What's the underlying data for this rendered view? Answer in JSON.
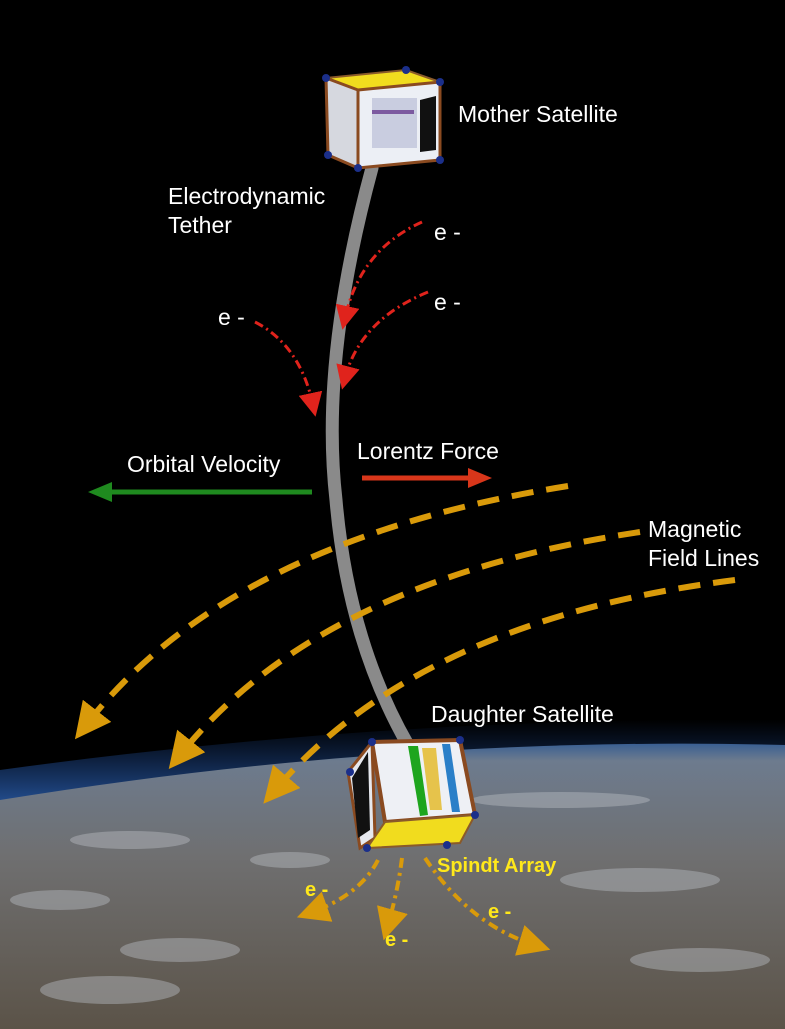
{
  "labels": {
    "mother": "Mother Satellite",
    "tether_line1": "Electrodynamic",
    "tether_line2": "Tether",
    "electron": "e -",
    "orbital_velocity": "Orbital Velocity",
    "lorentz_force": "Lorentz Force",
    "magnetic_line1": "Magnetic",
    "magnetic_line2": "Field Lines",
    "daughter": "Daughter Satellite",
    "spindt": "Spindt Array"
  },
  "colors": {
    "space": "#000000",
    "tether": "#8a8a8a",
    "electron_arrow_red": "#e0231c",
    "velocity_arrow": "#1f8a1f",
    "lorentz_arrow": "#d8361a",
    "field_lines": "#d99a0a",
    "spindt_text": "#ffe81a"
  }
}
